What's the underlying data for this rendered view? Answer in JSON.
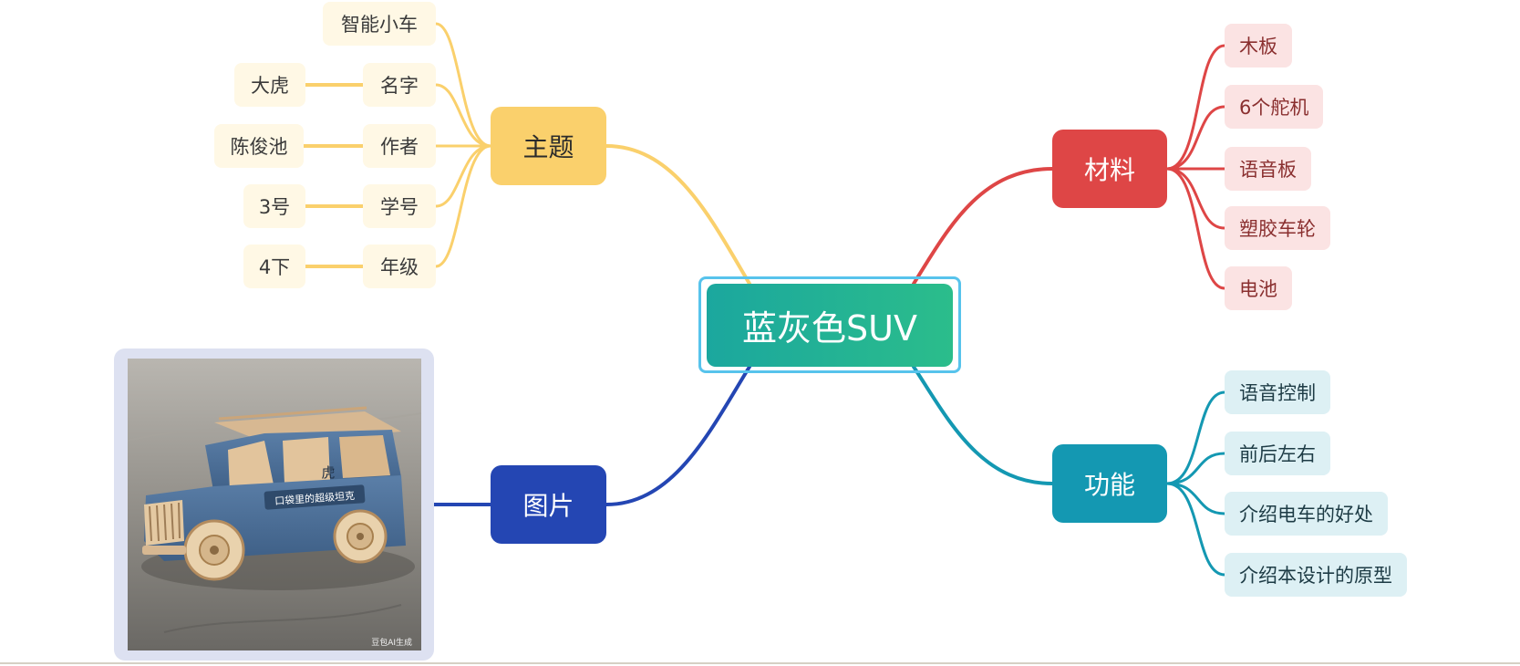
{
  "colors": {
    "theme": "#fad06c",
    "theme_leaf_bg": "#fff8e5",
    "materials": "#de4646",
    "materials_leaf_bg": "#fbe3e3",
    "functions": "#1498b2",
    "functions_leaf_bg": "#ddf0f4",
    "image": "#2446b3",
    "center_border": "#57c3ec"
  },
  "center": {
    "label": "蓝灰色SUV"
  },
  "theme": {
    "label": "主题",
    "items": [
      {
        "label": "智能小车"
      },
      {
        "label": "名字",
        "value": "大虎"
      },
      {
        "label": "作者",
        "value": "陈俊池"
      },
      {
        "label": "学号",
        "value": "3号"
      },
      {
        "label": "年级",
        "value": "4下"
      }
    ]
  },
  "image_branch": {
    "label": "图片",
    "photo": {
      "icon": "wooden-suv-photo",
      "door_text": "口袋里的超级坦克",
      "hood_text": "虎",
      "watermark": "豆包AI生成"
    }
  },
  "materials": {
    "label": "材料",
    "items": [
      "木板",
      "6个舵机",
      "语音板",
      "塑胶车轮",
      "电池"
    ]
  },
  "functions": {
    "label": "功能",
    "items": [
      "语音控制",
      "前后左右",
      "介绍电车的好处",
      "介绍本设计的原型"
    ]
  }
}
